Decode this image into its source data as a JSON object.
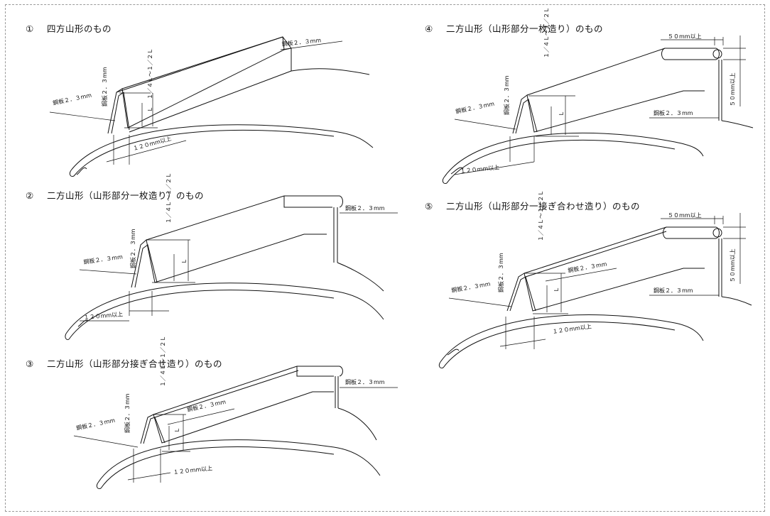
{
  "figures": [
    {
      "number": "①",
      "title": "四方山形のもの"
    },
    {
      "number": "②",
      "title": "二方山形（山形部分一枚造り）のもの"
    },
    {
      "number": "③",
      "title": "二方山形（山形部分接ぎ合せ造り）のもの"
    },
    {
      "number": "④",
      "title": "二方山形（山形部分一枚造り）のもの"
    },
    {
      "number": "⑤",
      "title": "二方山形（山形部分一接ぎ合わせ造り）のもの"
    }
  ],
  "dims": {
    "steel": "鋼板２．３mm",
    "steel_v": "鋼板２．３mm",
    "width": "１２０mm以上",
    "height": "１／４Ｌ～１／２Ｌ",
    "L": "Ｌ",
    "rail_w": "５０mm以上",
    "rail_h": "５０mm以上"
  }
}
